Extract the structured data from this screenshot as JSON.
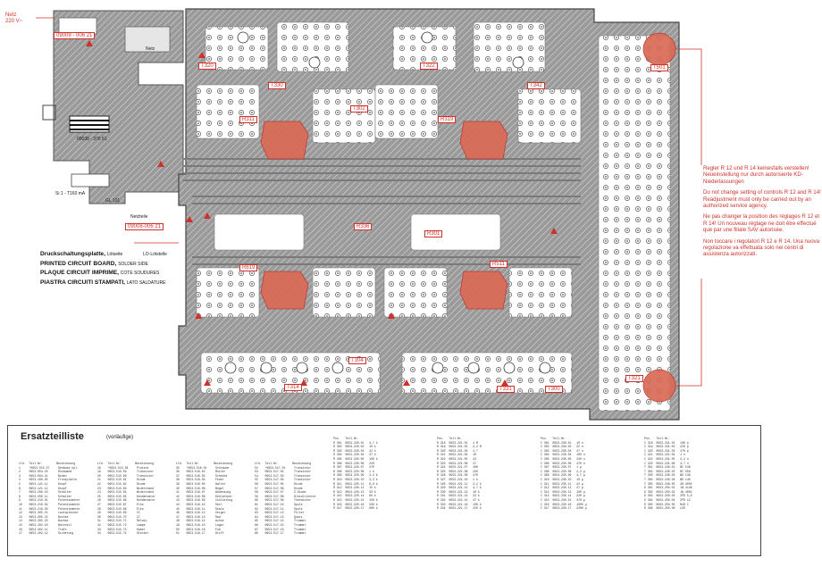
{
  "pcb": {
    "netz_label": "Netz\n220 V~",
    "power_labels": [
      "09009 - 006 21",
      "09038 - 376 51",
      "Si 1 - T160 mA",
      "GL 101",
      "Netz"
    ],
    "side_labels": [
      "Netzteile",
      "09008-006 21",
      "LO-Lötstelle"
    ],
    "component_tags": [
      "T320",
      "T330",
      "T302",
      "T322",
      "T342",
      "T501",
      "R311",
      "R319",
      "R336",
      "R301",
      "R511",
      "R619",
      "T314",
      "T304",
      "T331",
      "T300",
      "T321"
    ]
  },
  "legend": {
    "line1": "Druckschaltungsplatte,",
    "line1_sub": "Lötseite",
    "line2": "PRINTED CIRCUIT BOARD,",
    "line2_sub": "SOLDER SIDE",
    "line3": "PLAQUE CIRCUIT IMPRIME,",
    "line3_sub": "COTE SOUDURES",
    "line4": "PIASTRA CIRCUITI STAMPATI,",
    "line4_sub": "LATO SALDATURE"
  },
  "note": {
    "de": "Regler R 12 und R 14 keinesfalls verstellen! Neueinstellung nur durch autorisierte KD-Niederlassungen",
    "en": "Do not change setting of controls R 12 and R 14! Readjustment must only be carried out by an authorized service agency.",
    "fr": "Ne pas changer la position des réglages R 12 et R 14! Un nouveau réglage ne doit être effectué que par une filiale SAV autorisée.",
    "it": "Non toccare i regolatori R 12 e R 14. Una nuova regolazione va effettuata solo nei centri di assistenza autorizzati."
  },
  "parts": {
    "title": "Ersatzteilliste",
    "subtitle": "(vorläufige)",
    "columns": [
      "Lfd.  Teil-Nr.        Bezeichnung\n1     *0953-515.57     Gehäuse kpl.\n2     0953-064.20      Rückwand\n3     0953-064.21      Boden\n4     0953-100.05      Frontplatte\n5     0953-121.11      Knopf\n6     0953-121.12      Knopf\n7     0953-200.10      Schalter\n8     0953-200.11      Schalter\n9     0953-210.01      Potentiometer\n10    0953-210.02      Potentiometer\n11    0953-210.03      Potentiometer\n12    0953-305.21      Lautsprecher\n13    0953-305.22      Buchse\n14    0953-305.23      Buchse\n15    0953-402.10      Netzteil\n16    0953-402.11      Trafo\n17    0953-402.12      Sicherung",
      "Lfd.  Teil-Nr.        Bezeichnung\n18    *0953-515.58     Platine\n19    0953-515.59      Transistor\n20    0953-515.60      Transistor\n21    0953-515.61      Diode\n22    0953-515.62      Diode\n23    0953-515.63      Widerstand\n24    0953-515.64      Widerstand\n25    0953-515.65      Kondensator\n26    0953-515.66      Kondensator\n27    0953-515.67      Elko\n28    0953-515.68      Elko\n29    0953-515.69      IC\n30    0953-515.70      IC\n31    0953-515.71      Relais\n32    0953-515.72      Lampe\n33    0953-515.73      Kabel\n34    0953-515.74      Stecker",
      "Lfd.  Teil-Nr.        Bezeichnung\n35    *0953-516.01     Schraube\n36    0953-516.02      Mutter\n37    0953-516.03      Scheibe\n38    0953-516.04      Feder\n39    0953-516.05      Halter\n40    0953-516.06      Bügel\n41    0953-516.07      Abdeckung\n42    0953-516.08      Kühlkörper\n43    0953-516.09      Isolierung\n44    0953-516.10      Seil\n45    0953-516.11      Skala\n46    0953-516.12      Zeiger\n47    0953-516.13      Rad\n48    0953-516.14      Achse\n49    0953-516.15      Lager\n50    0953-516.16      Fuß\n51    0953-516.17      Griff",
      "Lfd.  Teil-Nr.        Bezeichnung\n52    *0953-517.01     Transistor\n53    0953-517.02      Transistor\n54    0953-517.03      Transistor\n55    0953-517.04      Transistor\n56    0953-517.05      Diode\n57    0953-517.06      Diode\n58    0953-517.07      Z-Diode\n59    0953-517.08      Gleichrichter\n60    0953-517.09      Thermistor\n61    0953-517.10      Spule\n62    0953-517.11      Spule\n63    0953-517.12      Filter\n64    0953-517.13      Quarz\n65    0953-517.14      Trimmer\n66    0953-517.15      Trimmer\n67    0953-517.16      Trimmer\n68    0953-517.17      Trimmer",
      "Pos.   Teil-Nr.\nR 301  0953-220.01   4,7 k\nR 302  0953-220.02   10 k\nR 303  0953-220.03   22 k\nR 304  0953-220.04   47 k\nR 305  0953-220.05   100 k\nR 306  0953-220.06   220\nR 307  0953-220.07   470\nR 308  0953-220.08   1 k\nR 309  0953-220.09   2,2 k\nR 310  0953-220.10   3,3 k\nR 311  0953-220.11   6,8 k\nR 312  0953-220.12   15 k\nR 313  0953-220.13   33 k\nR 314  0953-220.14   68 k\nR 315  0953-220.15   150 k\nR 316  0953-220.16   330 k\nR 317  0953-220.17   680 k",
      "Pos.   Teil-Nr.\nR 318  0953-221.01   1 M\nR 319  0953-221.02   2,2 M\nR 320  0953-221.03   4,7\nR 321  0953-221.04   10\nR 322  0953-221.05   22\nR 323  0953-221.06   47\nR 324  0953-221.07   100\nR 325  0953-221.08   220\nR 326  0953-221.09   470\nR 327  0953-221.10   1 k\nR 328  0953-221.11   2,2 k\nR 329  0953-221.12   4,7 k\nR 330  0953-221.13   10 k\nR 331  0953-221.14   22 k\nR 332  0953-221.15   47 k\nR 333  0953-221.16   100 k\nR 334  0953-221.17   220 k",
      "Pos.   Teil-Nr.\nC 301  0953-230.01   10 n\nC 302  0953-230.02   22 n\nC 303  0953-230.03   47 n\nC 304  0953-230.04   100 n\nC 305  0953-230.05   220 n\nC 306  0953-230.06   470 n\nC 307  0953-230.07   1 µ\nC 308  0953-230.08   2,2 µ\nC 309  0953-230.09   4,7 µ\nC 310  0953-230.10   10 µ\nC 311  0953-230.11   22 µ\nC 312  0953-230.12   47 µ\nC 313  0953-230.13   100 µ\nC 314  0953-230.14   220 µ\nC 315  0953-230.15   470 µ\nC 316  0953-230.16   1000 µ\nC 317  0953-230.17   2200 µ",
      "Pos.   Teil-Nr.\nC 318  0953-231.01   100 p\nC 319  0953-231.02   220 p\nC 320  0953-231.03   470 p\nC 321  0953-231.04   1 n\nC 322  0953-231.05   2,2 n\nC 323  0953-231.06   4,7 n\nT 301  0953-240.01   BC 548\nT 302  0953-240.02   BC 558\nT 303  0953-240.03   BD 139\nT 304  0953-240.04   BD 140\nT 305  0953-240.05   2N 3055\nD 301  0953-250.01   1N 4148\nD 302  0953-250.02   1N 4001\nD 303  0953-250.03   ZPD 5,6\nD 304  0953-250.04   ZPD 12\nD 305  0953-250.05   B40 C\nD 306  0953-250.06   LED"
    ]
  }
}
